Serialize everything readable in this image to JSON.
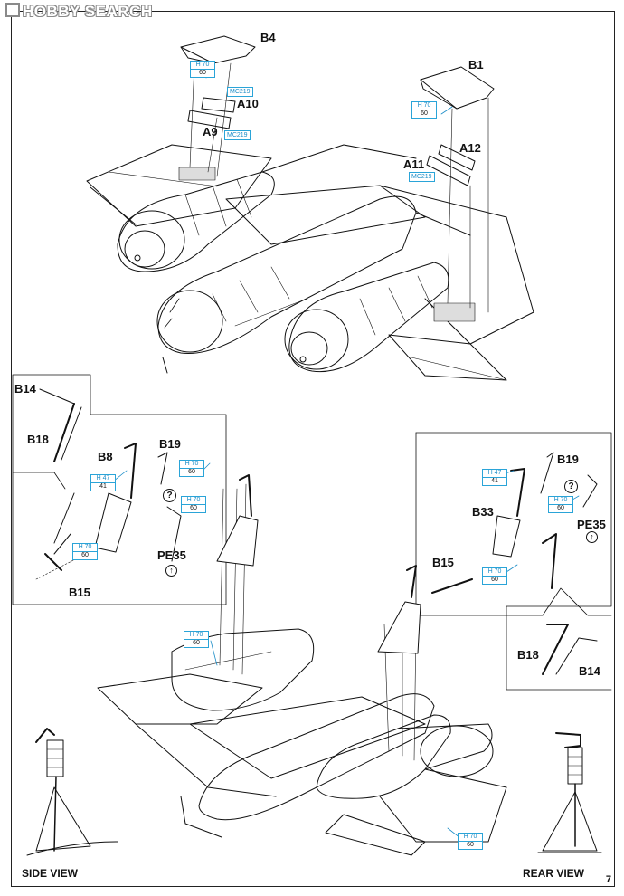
{
  "watermark": "HOBBY SEARCH",
  "page_number": "7",
  "parts": {
    "b4": "B4",
    "b1": "B1",
    "a10": "A10",
    "a9": "A9",
    "a11": "A11",
    "a12": "A12",
    "b14_left": "B14",
    "b18_left": "B18",
    "b8": "B8",
    "b19_left": "B19",
    "pe35_left": "PE35",
    "b15_left": "B15",
    "b19_right": "B19",
    "b33": "B33",
    "pe35_right": "PE35",
    "b15_right": "B15",
    "b18_right": "B18",
    "b14_right": "B14"
  },
  "color_codes": {
    "mc219_a10": "MC219",
    "mc219_a9": "MC219",
    "mc219_a11": "MC219",
    "h70_b4": [
      "H 70",
      "60"
    ],
    "h70_b1": [
      "H 70",
      "60"
    ],
    "h47_b8": [
      "H 47",
      "41"
    ],
    "h70_b19_left": [
      "H 70",
      "60"
    ],
    "h70_pe35_left": [
      "H 70",
      "60"
    ],
    "h70_b15_left": [
      "H 70",
      "60"
    ],
    "h47_b33": [
      "H 47",
      "41"
    ],
    "h70_b19_right": [
      "H 70",
      "60"
    ],
    "h70_b15_right": [
      "H 70",
      "60"
    ],
    "h70_wing_left": [
      "H 70",
      "60"
    ],
    "h70_wing_right": [
      "H 70",
      "60"
    ]
  },
  "symbols": {
    "optional": "?",
    "photo_etch": "↑"
  },
  "views": {
    "side": "SIDE VIEW",
    "rear": "REAR VIEW"
  },
  "colors": {
    "line": "#111111",
    "callout": "#2aa4d8",
    "leader": "#1a8cc7"
  }
}
